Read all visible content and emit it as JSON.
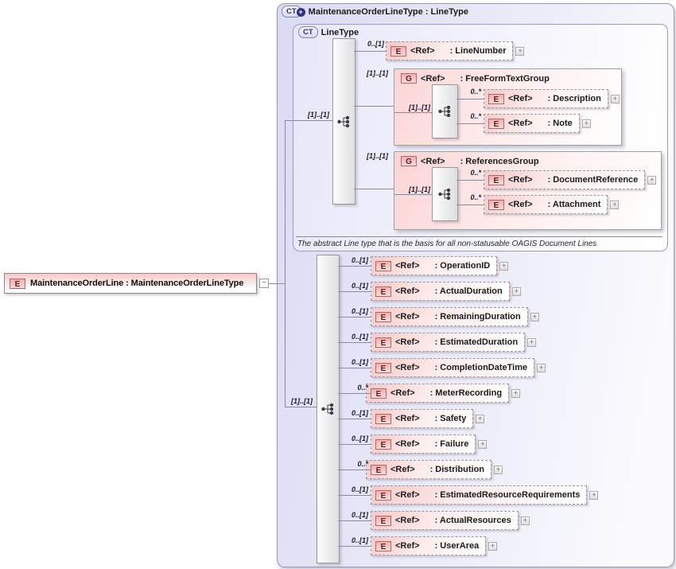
{
  "colors": {
    "lavender_fill": "#dbdaf4",
    "lavender_border": "#9a9ac4",
    "pink_fill": "#f6c9c9",
    "badge_border": "#a96a6a",
    "connector": "#8b8ba0",
    "ct_badge_text": "#2e2e8f"
  },
  "shared": {
    "element_badge": "E",
    "group_badge": "G",
    "ct_badge": "CT",
    "ref_label": "<Ref>",
    "expand_glyph": "+",
    "collapse_glyph": "−",
    "ct_plus_glyph": "+"
  },
  "root_element": {
    "label": "MaintenanceOrderLine : MaintenanceOrderLineType"
  },
  "outer": {
    "title": "MaintenanceOrderLineType : LineType"
  },
  "line_type": {
    "title": "LineType",
    "cardinality": "[1]..[1]",
    "note": "The abstract Line type that is the basis for all non-statusable OAGIS Document Lines",
    "children": [
      {
        "kind": "element",
        "cardinality": "0..[1]",
        "name": ": LineNumber"
      },
      {
        "kind": "group",
        "cardinality": "[1]..[1]",
        "name": ": FreeFormTextGroup",
        "seq_cardinality": "[1]..[1]",
        "children": [
          {
            "cardinality": "0..*",
            "name": ": Description"
          },
          {
            "cardinality": "0..*",
            "name": ": Note"
          }
        ]
      },
      {
        "kind": "group",
        "cardinality": "[1]..[1]",
        "name": ": ReferencesGroup",
        "seq_cardinality": "[1]..[1]",
        "children": [
          {
            "cardinality": "0..*",
            "name": ": DocumentReference"
          },
          {
            "cardinality": "0..*",
            "name": ": Attachment"
          }
        ]
      }
    ]
  },
  "sequence": {
    "cardinality": "[1]..[1]",
    "items": [
      {
        "cardinality": "0..[1]",
        "name": ": OperationID"
      },
      {
        "cardinality": "0..[1]",
        "name": ": ActualDuration"
      },
      {
        "cardinality": "0..[1]",
        "name": ": RemainingDuration"
      },
      {
        "cardinality": "0..[1]",
        "name": ": EstimatedDuration"
      },
      {
        "cardinality": "0..[1]",
        "name": ": CompletionDateTime"
      },
      {
        "cardinality": "0..*",
        "name": ": MeterRecording"
      },
      {
        "cardinality": "0..[1]",
        "name": ": Safety"
      },
      {
        "cardinality": "0..[1]",
        "name": ": Failure"
      },
      {
        "cardinality": "0..*",
        "name": ": Distribution"
      },
      {
        "cardinality": "0..[1]",
        "name": ": EstimatedResourceRequirements"
      },
      {
        "cardinality": "0..[1]",
        "name": ": ActualResources"
      },
      {
        "cardinality": "0..[1]",
        "name": ": UserArea"
      }
    ]
  }
}
